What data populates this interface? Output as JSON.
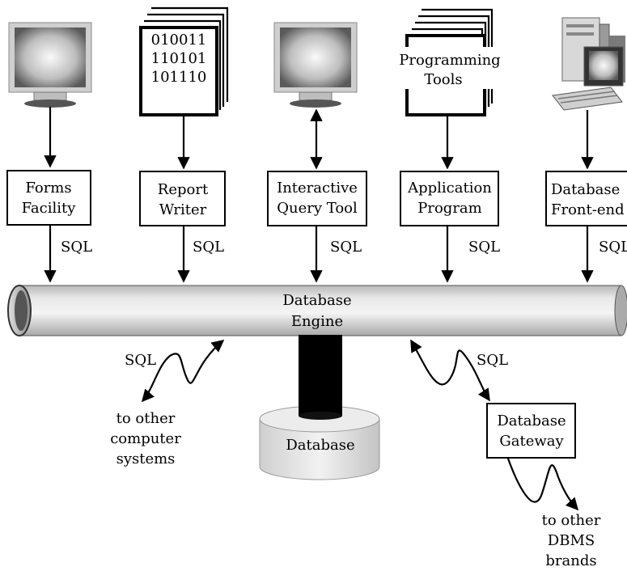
{
  "boxes": {
    "forms": [
      "Forms",
      "Facility"
    ],
    "report": [
      "Report",
      "Writer"
    ],
    "query": [
      "Interactive",
      "Query Tool"
    ],
    "app": [
      "Application",
      "Program"
    ],
    "frontend": [
      "Database",
      "Front-end"
    ]
  },
  "sql_label": "SQL",
  "report_sheet": [
    "010011",
    "110101",
    "101110"
  ],
  "tools_sheet": [
    "Programming",
    "Tools"
  ],
  "engine": [
    "Database",
    "Engine"
  ],
  "database": "Database",
  "gateway": [
    "Database",
    "Gateway"
  ],
  "other_systems": [
    "to other",
    "computer",
    "systems"
  ],
  "other_dbms": [
    "to other",
    "DBMS",
    "brands"
  ]
}
